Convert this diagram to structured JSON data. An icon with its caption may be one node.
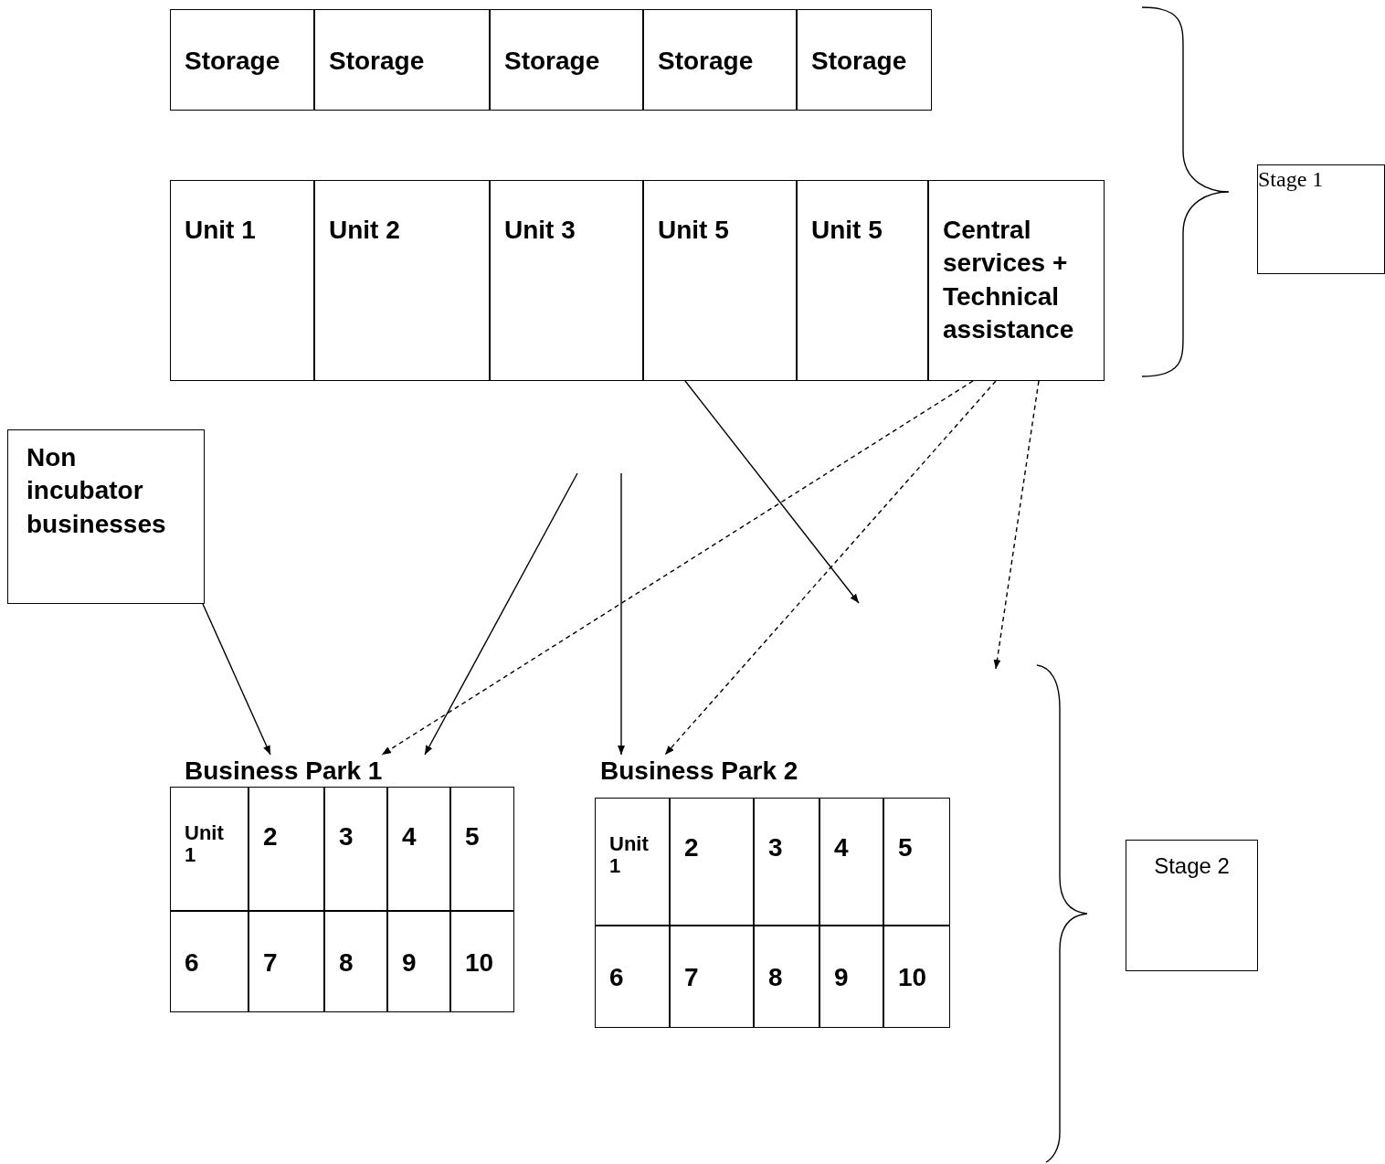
{
  "diagram": {
    "nodes": [
      {
        "text": [
          "Storage"
        ]
      },
      {
        "text": [
          "Storage"
        ]
      },
      {
        "text": [
          "Storage"
        ]
      },
      {
        "text": [
          "Storage"
        ]
      },
      {
        "text": [
          "Storage"
        ]
      },
      {
        "text": [
          "Unit 1"
        ]
      },
      {
        "text": [
          "Unit 2"
        ]
      },
      {
        "text": [
          "Unit 3"
        ]
      },
      {
        "text": [
          "Unit 5"
        ]
      },
      {
        "text": [
          "Unit 5"
        ]
      },
      {
        "text": [
          "Central services + Technical assistance"
        ]
      },
      {
        "text": [
          "Stage 1"
        ]
      },
      {
        "text": [
          "Non incubator businesses"
        ]
      },
      {
        "text": [
          "Business Park 1"
        ]
      },
      {
        "text": [
          "Unit 1"
        ],
        "in": 13
      },
      {
        "text": [
          "2"
        ],
        "in": 13
      },
      {
        "text": [
          "3"
        ],
        "in": 13
      },
      {
        "text": [
          "4"
        ],
        "in": 13
      },
      {
        "text": [
          "5"
        ],
        "in": 13
      },
      {
        "text": [
          "6"
        ],
        "in": 13
      },
      {
        "text": [
          "7"
        ],
        "in": 13
      },
      {
        "text": [
          "8"
        ],
        "in": 13
      },
      {
        "text": [
          "9"
        ],
        "in": 13
      },
      {
        "text": [
          "10"
        ],
        "in": 13
      },
      {
        "text": [
          "Business Park 2"
        ]
      },
      {
        "text": [
          "Unit 1"
        ],
        "in": 24
      },
      {
        "text": [
          "2"
        ],
        "in": 24
      },
      {
        "text": [
          "3"
        ],
        "in": 24
      },
      {
        "text": [
          "4"
        ],
        "in": 24
      },
      {
        "text": [
          "5"
        ],
        "in": 24
      },
      {
        "text": [
          "6"
        ],
        "in": 24
      },
      {
        "text": [
          "7"
        ],
        "in": 24
      },
      {
        "text": [
          "8"
        ],
        "in": 24
      },
      {
        "text": [
          "9"
        ],
        "in": 24
      },
      {
        "text": [
          "10"
        ],
        "in": 24
      },
      {
        "text": [
          "Stage 2"
        ]
      }
    ],
    "edges": [
      {
        "from": null,
        "to": 13,
        "arrow": "to"
      },
      {
        "from": null,
        "to": 24,
        "arrow": "to"
      },
      {
        "from": 8,
        "to": null,
        "arrow": "to"
      },
      {
        "from": 10,
        "to": 13,
        "arrow": "to",
        "style": "dashed"
      },
      {
        "from": 10,
        "to": 24,
        "arrow": "to",
        "style": "dashed"
      },
      {
        "from": 10,
        "to": null,
        "arrow": "to",
        "style": "dashed"
      },
      {
        "from": 12,
        "to": 13,
        "arrow": "to"
      }
    ]
  }
}
